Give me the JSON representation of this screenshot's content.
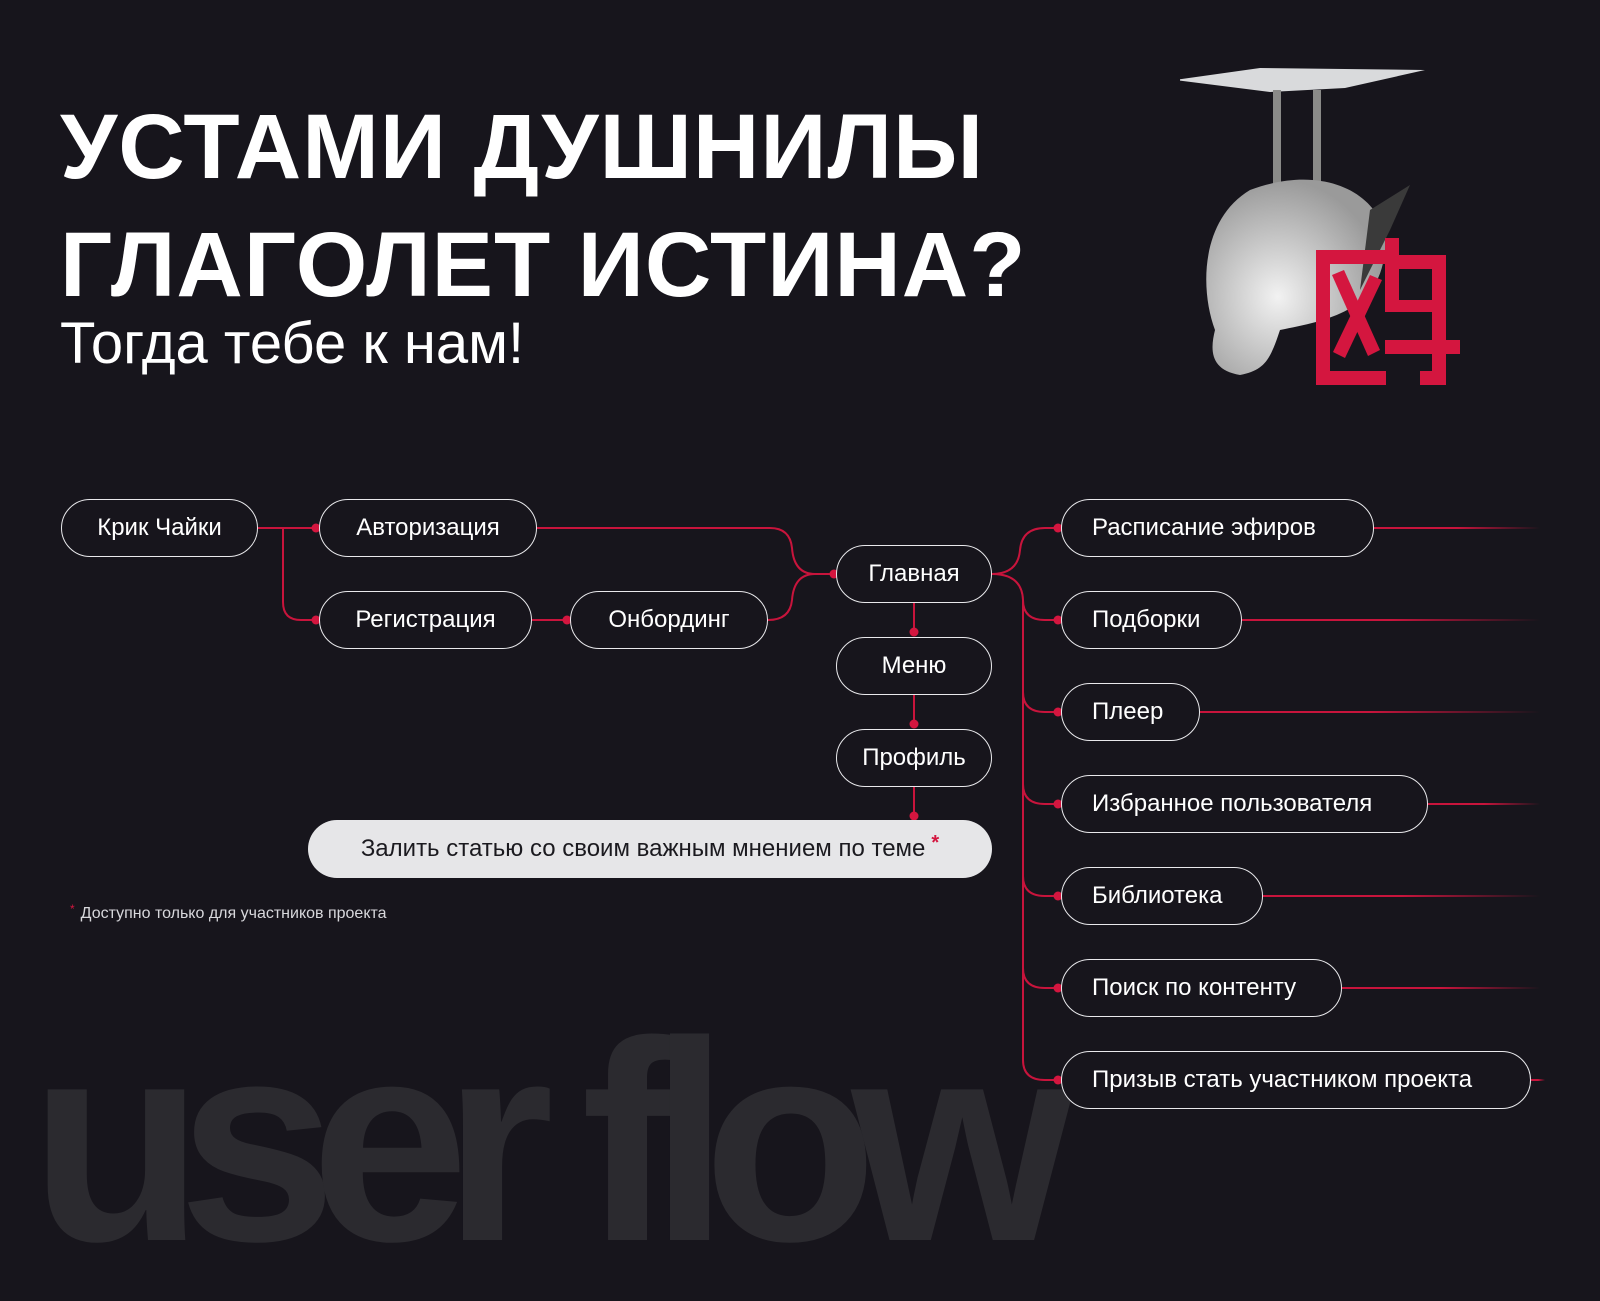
{
  "header": {
    "title_line1": "УСТАМИ ДУШНИЛЫ",
    "title_line2": "ГЛАГОЛЕТ ИСТИНА?",
    "subtitle": "Тогда тебе к нам!"
  },
  "logo": {
    "glyph": "鸥",
    "image": "upside-down seagull"
  },
  "watermark": "user flow",
  "colors": {
    "background": "#17151c",
    "accent": "#d4163f",
    "line": "#c8143c",
    "pill_bg": "#e6e6e8"
  },
  "flow": {
    "start": "Крик Чайки",
    "auth": "Авторизация",
    "registration": "Регистрация",
    "onboarding": "Онбординг",
    "main": "Главная",
    "menu": "Меню",
    "profile": "Профиль",
    "upload": "Залить статью со своим важным мнением по теме",
    "upload_mark": "*",
    "branches": [
      "Расписание эфиров",
      "Подборки",
      "Плеер",
      "Избранное пользователя",
      "Библиотека",
      "Поиск по контенту",
      "Призыв стать участником проекта"
    ]
  },
  "footnote": {
    "mark": "*",
    "text": "Доступно только для участников проекта"
  }
}
